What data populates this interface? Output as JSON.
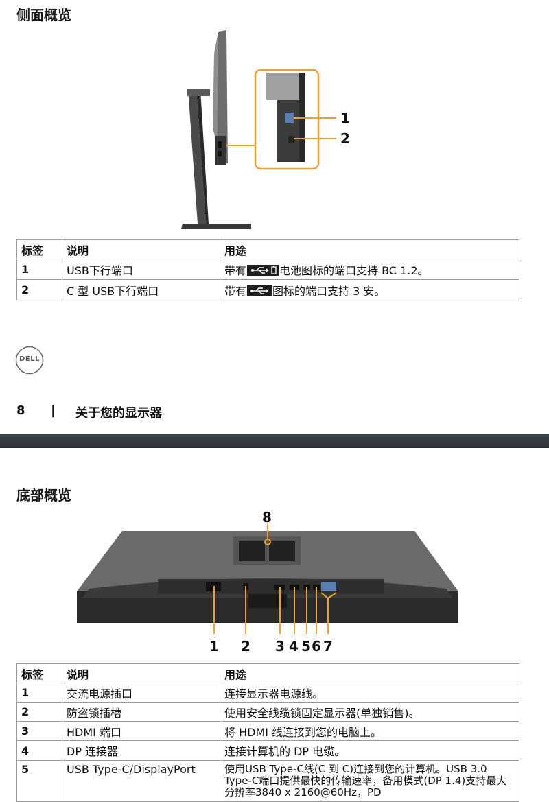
{
  "side": {
    "title": "侧面概览",
    "callouts": [
      "1",
      "2"
    ],
    "table": {
      "headers": [
        "标签",
        "说明",
        "用途"
      ],
      "rows": [
        {
          "label": "1",
          "desc": "USB下行端口",
          "use_pre": "带有",
          "use_post": "电池图标的端口支持 BC 1.2。",
          "icon": "usb-battery-icon"
        },
        {
          "label": "2",
          "desc": "C 型 USB下行端口",
          "use_pre": "带有",
          "use_post": "图标的端口支持 3 安。",
          "icon": "usb-icon"
        }
      ]
    }
  },
  "footer": {
    "logo_text": "DELL",
    "page_number": "8",
    "separator": "|",
    "section": "关于您的显示器"
  },
  "bottom": {
    "title": "底部概览",
    "callout_top": "8",
    "callouts": [
      "1",
      "2",
      "3",
      "4",
      "5",
      "6",
      "7"
    ],
    "table": {
      "headers": [
        "标签",
        "说明",
        "用途"
      ],
      "rows": [
        {
          "label": "1",
          "desc": "交流电源插口",
          "use": "连接显示器电源线。"
        },
        {
          "label": "2",
          "desc": "防盗锁插槽",
          "use": "使用安全线缆锁固定显示器(单独销售)。"
        },
        {
          "label": "3",
          "desc": "HDMI 端口",
          "use": "将 HDMI 线连接到您的电脑上。"
        },
        {
          "label": "4",
          "desc": "DP 连接器",
          "use": "连接计算机的 DP 电缆。"
        },
        {
          "label": "5",
          "desc": "USB Type-C/DisplayPort",
          "use": "使用USB Type-C线(C 到 C)连接到您的计算机。USB 3.0 Type-C端口提供最快的传输速率，备用模式(DP 1.4)支持最大分辨率3840 x 2160@60Hz，PD"
        }
      ]
    }
  },
  "colors": {
    "accent_orange": "#f0a030",
    "divider": "#33383e"
  }
}
